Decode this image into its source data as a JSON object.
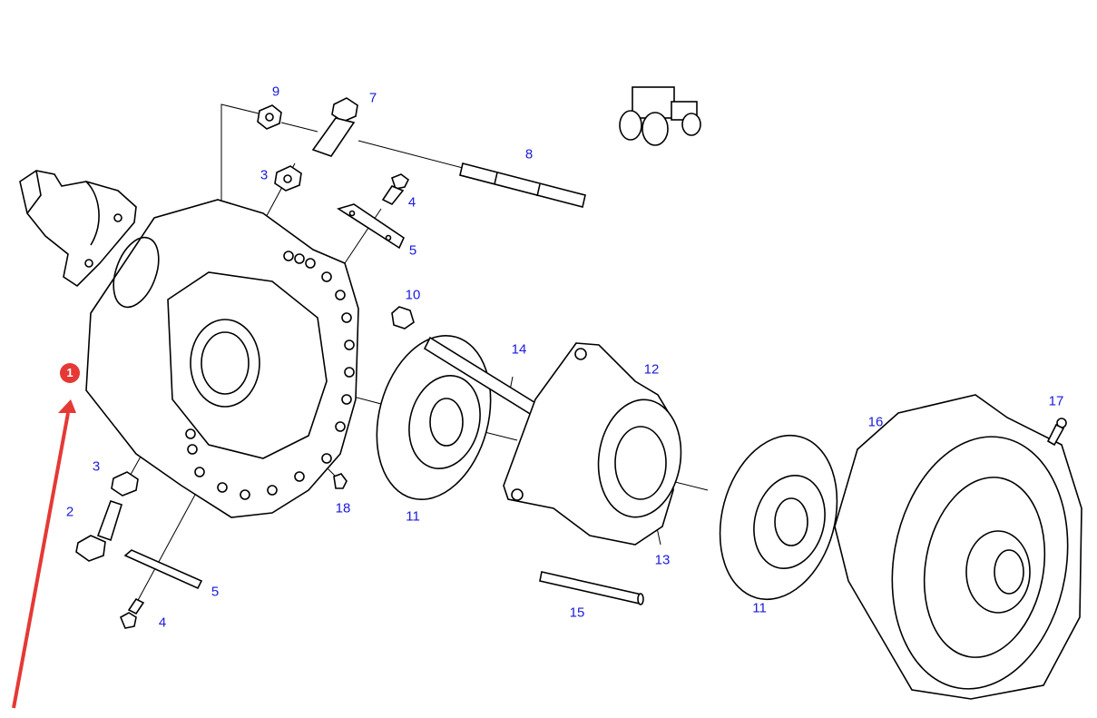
{
  "diagram": {
    "type": "exploded-parts-diagram",
    "subject": "tractor brake housing assembly",
    "marker": {
      "label": "1",
      "color": "#e53935"
    },
    "arrow_color": "#e53935",
    "label_color": "#1a1adc",
    "callouts": [
      {
        "id": "c9",
        "text": "9"
      },
      {
        "id": "c7",
        "text": "7"
      },
      {
        "id": "c8",
        "text": "8"
      },
      {
        "id": "c3a",
        "text": "3"
      },
      {
        "id": "c4a",
        "text": "4"
      },
      {
        "id": "c5a",
        "text": "5"
      },
      {
        "id": "c10",
        "text": "10"
      },
      {
        "id": "c14",
        "text": "14"
      },
      {
        "id": "c12",
        "text": "12"
      },
      {
        "id": "c17",
        "text": "17"
      },
      {
        "id": "c16",
        "text": "16"
      },
      {
        "id": "c3b",
        "text": "3"
      },
      {
        "id": "c2",
        "text": "2"
      },
      {
        "id": "c18",
        "text": "18"
      },
      {
        "id": "c11a",
        "text": "11"
      },
      {
        "id": "c13",
        "text": "13"
      },
      {
        "id": "c5b",
        "text": "5"
      },
      {
        "id": "c4b",
        "text": "4"
      },
      {
        "id": "c15",
        "text": "15"
      },
      {
        "id": "c11b",
        "text": "11"
      }
    ]
  }
}
